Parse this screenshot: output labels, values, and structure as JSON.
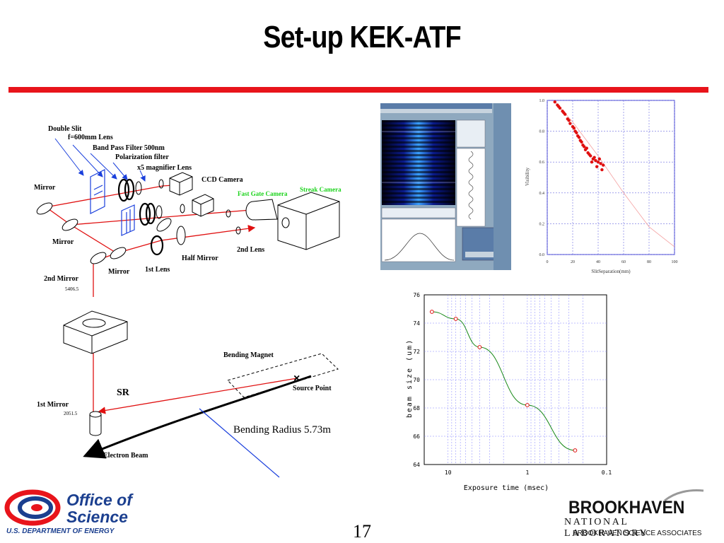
{
  "slide": {
    "title": "Set-up KEK-ATF",
    "page_number": "17",
    "accent_color": "#e8141b"
  },
  "diagram": {
    "labels": {
      "double_slit": "Double Slit",
      "lens_600": "f=600mm Lens",
      "band_pass": "Band Pass Filter 500nm",
      "polarization": "Polarization filter",
      "magnifier": "x5 magnifier Lens",
      "ccd": "CCD Camera",
      "fast_gate": "Fast Gate Camera",
      "streak": "Streak Camera",
      "mirror_top": "Mirror",
      "mirror_mid": "Mirror",
      "mirror_low": "Mirror",
      "half_mirror": "Half Mirror",
      "second_lens": "2nd Lens",
      "first_lens": "1st Lens",
      "second_mirror": "2nd Mirror",
      "second_mirror_val": "5406.5",
      "bending_magnet": "Bending Magnet",
      "source_point": "Source Point",
      "sr": "SR",
      "first_mirror": "1st Mirror",
      "first_mirror_val": "2051.5",
      "bending_radius": "Bending Radius 5.73m",
      "electron_beam": "Electron Beam"
    }
  },
  "chart_data": [
    {
      "type": "scatter",
      "xlabel": "SlitSeparation(mm)",
      "ylabel": "Visibility",
      "xlim": [
        0,
        100
      ],
      "ylim": [
        0.0,
        1.0
      ],
      "xticks": [
        "0",
        "20",
        "40",
        "60",
        "80",
        "100"
      ],
      "yticks": [
        "0.0",
        "0.2",
        "0.4",
        "0.6",
        "0.8",
        "1.0"
      ],
      "grid": true,
      "series": [
        {
          "color": "#e01010",
          "points": [
            [
              6,
              0.99
            ],
            [
              8,
              0.97
            ],
            [
              10,
              0.95
            ],
            [
              12,
              0.93
            ],
            [
              14,
              0.91
            ],
            [
              16,
              0.88
            ],
            [
              18,
              0.85
            ],
            [
              20,
              0.83
            ],
            [
              22,
              0.8
            ],
            [
              24,
              0.77
            ],
            [
              26,
              0.74
            ],
            [
              28,
              0.71
            ],
            [
              30,
              0.68
            ],
            [
              32,
              0.66
            ],
            [
              34,
              0.64
            ],
            [
              36,
              0.62
            ],
            [
              38,
              0.61
            ],
            [
              40,
              0.6
            ],
            [
              42,
              0.59
            ],
            [
              44,
              0.58
            ],
            [
              9,
              0.96
            ],
            [
              13,
              0.92
            ],
            [
              17,
              0.87
            ],
            [
              21,
              0.82
            ],
            [
              25,
              0.76
            ],
            [
              29,
              0.7
            ],
            [
              33,
              0.65
            ],
            [
              37,
              0.63
            ],
            [
              41,
              0.62
            ],
            [
              43,
              0.55
            ],
            [
              39,
              0.57
            ],
            [
              35,
              0.6
            ],
            [
              31,
              0.69
            ],
            [
              27,
              0.73
            ],
            [
              23,
              0.79
            ]
          ]
        },
        {
          "style": "fit",
          "color": "#f4a0a0",
          "points": [
            [
              6,
              0.99
            ],
            [
              20,
              0.86
            ],
            [
              40,
              0.64
            ],
            [
              60,
              0.4
            ],
            [
              80,
              0.18
            ],
            [
              100,
              0.05
            ]
          ]
        }
      ]
    },
    {
      "type": "line",
      "xlabel": "Exposure time (msec)",
      "ylabel": "beam size (um)",
      "x_scale": "log",
      "x_reversed": true,
      "xlim": [
        20,
        0.1
      ],
      "ylim": [
        64,
        76
      ],
      "xticks": [
        "10",
        "1",
        "0.1"
      ],
      "yticks": [
        "64",
        "66",
        "68",
        "70",
        "72",
        "74",
        "76"
      ],
      "grid": true,
      "series": [
        {
          "line_color": "#1a8a1a",
          "marker_color": "#e01010",
          "x": [
            16,
            8,
            4,
            1,
            0.25
          ],
          "y": [
            74.8,
            74.3,
            72.3,
            68.2,
            65.0
          ]
        }
      ]
    }
  ],
  "logos": {
    "office_line1": "Office of",
    "office_line2": "Science",
    "doe": "U.S. DEPARTMENT OF ENERGY",
    "bnl_name": "BROOKHAVEN",
    "bnl_lab": "NATIONAL LABORATORY",
    "bnl_assoc": "BROOKHAVEN SCIENCE ASSOCIATES"
  }
}
